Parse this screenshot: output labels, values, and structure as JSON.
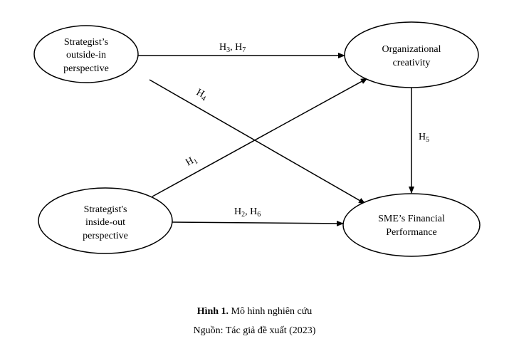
{
  "nodes": {
    "outside_in": {
      "lines": [
        "Strategist’s",
        "outside-in",
        "perspective"
      ]
    },
    "inside_out": {
      "lines": [
        "Strategist's",
        "inside-out",
        "perspective"
      ]
    },
    "creativity": {
      "lines": [
        "Organizational",
        "creativity"
      ]
    },
    "financial": {
      "lines": [
        "SME’s Financial",
        "Performance"
      ]
    }
  },
  "edges": {
    "h3_h7": {
      "main": "H",
      "sub1": "3",
      "sep": ", H",
      "sub2": "7"
    },
    "h4": {
      "main": "H",
      "sub": "4"
    },
    "h1": {
      "main": "H",
      "sub": "1"
    },
    "h5": {
      "main": "H",
      "sub": "5"
    },
    "h2_h6": {
      "main": "H",
      "sub1": "2",
      "sep": ", H",
      "sub2": "6"
    }
  },
  "caption": {
    "bold": "Hình 1.",
    "text": " Mô hình nghiên cứu"
  },
  "source": "Nguồn: Tác giả đề xuất (2023)"
}
